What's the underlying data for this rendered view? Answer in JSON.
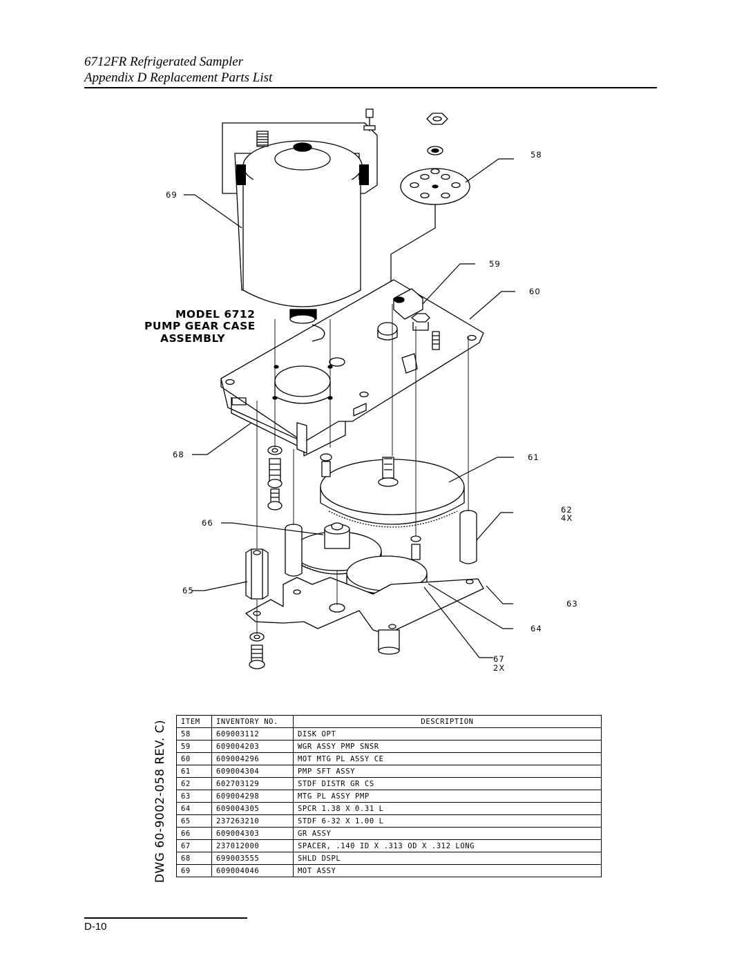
{
  "header": {
    "line1": "6712FR Refrigerated Sampler",
    "line2": "Appendix D  Replacement Parts List"
  },
  "drawing": {
    "title_line1": "MODEL 6712",
    "title_line2": "PUMP GEAR CASE",
    "title_line3": "ASSEMBLY",
    "callouts": {
      "c58": "58",
      "c59": "59",
      "c60": "60",
      "c61": "61",
      "c62": "62",
      "c62_qty": "4X",
      "c63": "63",
      "c64": "64",
      "c65": "65",
      "c66": "66",
      "c67": "67",
      "c67_qty": "2X",
      "c68": "68",
      "c69": "69"
    }
  },
  "dwg_label": "DWG 60-9002-058 REV. C)",
  "parts_table": {
    "headers": {
      "item": "ITEM",
      "inventory": "INVENTORY NO.",
      "description": "DESCRIPTION"
    },
    "rows": [
      {
        "item": "58",
        "inventory": "609003112",
        "description": "DISK OPT"
      },
      {
        "item": "59",
        "inventory": "609004203",
        "description": "WGR ASSY PMP SNSR"
      },
      {
        "item": "60",
        "inventory": "609004296",
        "description": "MOT MTG PL ASSY CE"
      },
      {
        "item": "61",
        "inventory": "609004304",
        "description": "PMP SFT ASSY"
      },
      {
        "item": "62",
        "inventory": "602703129",
        "description": "STDF DISTR GR CS"
      },
      {
        "item": "63",
        "inventory": "609004298",
        "description": "MTG PL ASSY PMP"
      },
      {
        "item": "64",
        "inventory": "609004305",
        "description": "SPCR 1.38 X 0.31 L"
      },
      {
        "item": "65",
        "inventory": "237263210",
        "description": "STDF 6-32 X 1.00 L"
      },
      {
        "item": "66",
        "inventory": "609004303",
        "description": "GR ASSY"
      },
      {
        "item": "67",
        "inventory": "237012000",
        "description": "SPACER, .140 ID X .313 OD X .312 LONG"
      },
      {
        "item": "68",
        "inventory": "699003555",
        "description": "SHLD DSPL"
      },
      {
        "item": "69",
        "inventory": "609004046",
        "description": "MOT ASSY"
      }
    ]
  },
  "footer": {
    "page_number": "D-10"
  }
}
